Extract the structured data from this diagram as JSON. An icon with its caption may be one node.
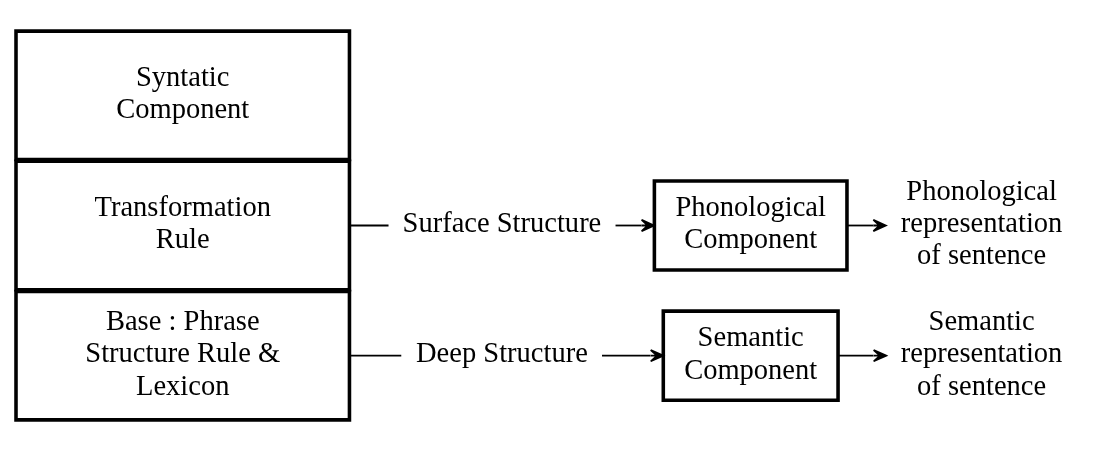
{
  "diagram": {
    "nodes": [
      {
        "text": [
          "Syntatic Component"
        ]
      },
      {
        "text": [
          "Transformation Rule"
        ]
      },
      {
        "text": [
          "Base : Phrase Structure Rule & Lexicon"
        ]
      },
      {
        "text": [
          "Surface Structure"
        ]
      },
      {
        "text": [
          "Phonological Component"
        ]
      },
      {
        "text": [
          "Phonological representation of sentence"
        ]
      },
      {
        "text": [
          "Deep Structure"
        ]
      },
      {
        "text": [
          "Semantic Component"
        ]
      },
      {
        "text": [
          "Semantic representation of sentence"
        ]
      }
    ],
    "edges": [
      {
        "from": 1,
        "to": 3,
        "arrow": "none"
      },
      {
        "from": 3,
        "to": 4,
        "arrow": "to"
      },
      {
        "from": 4,
        "to": 5,
        "arrow": "to"
      },
      {
        "from": 2,
        "to": 6,
        "arrow": "none"
      },
      {
        "from": 6,
        "to": 7,
        "arrow": "to"
      },
      {
        "from": 7,
        "to": 8,
        "arrow": "to"
      }
    ]
  }
}
